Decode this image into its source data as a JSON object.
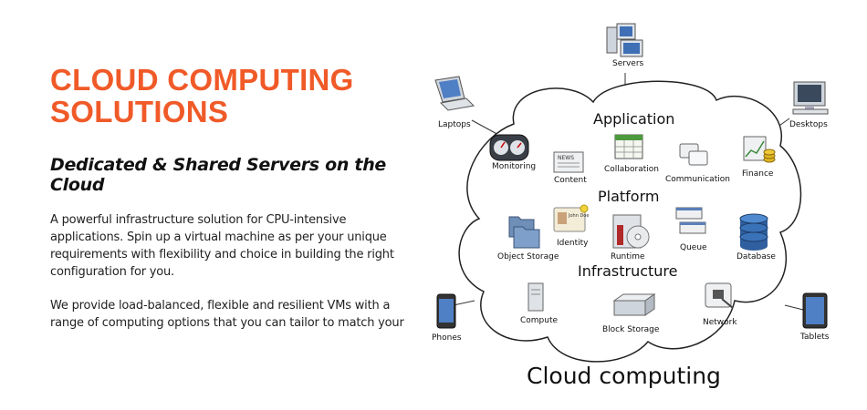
{
  "heading": {
    "line1": "CLOUD COMPUTING",
    "line2": "SOLUTIONS"
  },
  "subheading": "Dedicated & Shared Servers on the Cloud",
  "paragraph1": [
    "A powerful infrastructure solution for CPU-intensive",
    "applications. Spin up a virtual machine as per your unique",
    "requirements with flexibility and choice in building the right",
    "configuration for you."
  ],
  "paragraph2": [
    "We provide load-balanced, flexible and resilient VMs with a",
    "range of computing options that you can tailor to match your"
  ],
  "diagram": {
    "caption": "Cloud computing",
    "layers": {
      "application": "Application",
      "platform": "Platform",
      "infrastructure": "Infrastructure"
    },
    "devices": {
      "servers": "Servers",
      "laptops": "Laptops",
      "desktops": "Desktops",
      "phones": "Phones",
      "tablets": "Tablets"
    },
    "application_items": [
      "Monitoring",
      "Content",
      "Collaboration",
      "Communication",
      "Finance"
    ],
    "platform_items": [
      "Object Storage",
      "Identity",
      "Runtime",
      "Queue",
      "Database"
    ],
    "infrastructure_items": [
      "Compute",
      "Block Storage",
      "Network"
    ],
    "identity_card_text": "John Doe",
    "content_icon_text": "NEWS",
    "colors": {
      "heading": "#f05a28"
    }
  }
}
